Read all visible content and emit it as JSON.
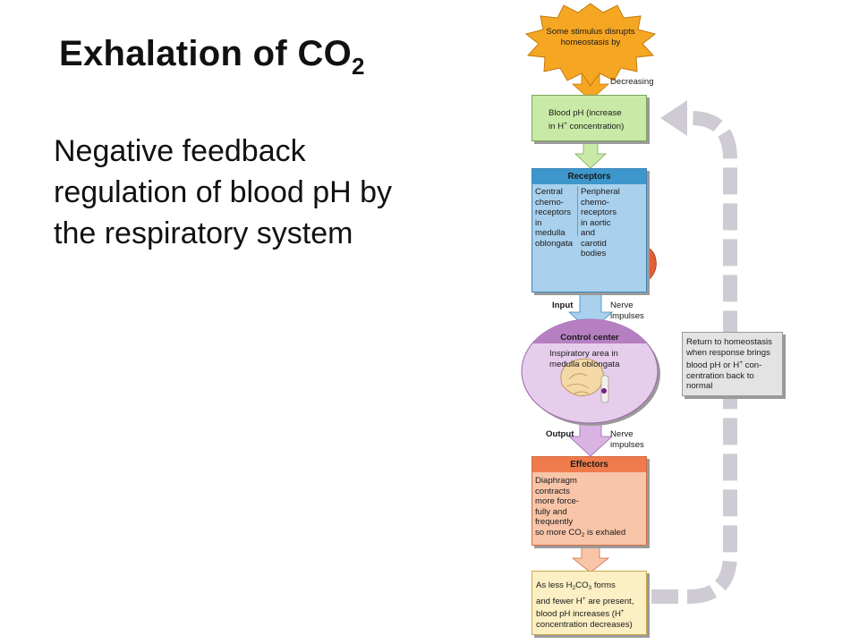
{
  "title": {
    "main": "Exhalation of CO",
    "sub": "2"
  },
  "description": [
    "Negative feedback",
    "regulation of blood pH by",
    "the respiratory system"
  ],
  "diagram": {
    "stimulus": {
      "line1": "Some stimulus disrupts",
      "line2": "homeostasis by"
    },
    "decreasing_label": "Decreasing",
    "controlled_condition": {
      "line1": "Blood pH (increase",
      "line2_pre": "in H",
      "line2_sup": "+",
      "line2_post": " concentration)"
    },
    "receptors": {
      "header": "Receptors",
      "central": [
        "Central",
        "chemo-",
        "receptors",
        "in",
        "medulla",
        "oblongata"
      ],
      "peripheral": [
        "Peripheral",
        "chemo-",
        "receptors",
        "in aortic",
        "and",
        "carotid",
        "bodies"
      ]
    },
    "input": {
      "label": "Input",
      "nerve": [
        "Nerve",
        "impulses"
      ]
    },
    "control_center": {
      "header": "Control center",
      "lines": [
        "Inspiratory area in",
        "medulla oblongata"
      ]
    },
    "output": {
      "label": "Output",
      "nerve": [
        "Nerve",
        "impulses"
      ]
    },
    "effectors": {
      "header": "Effectors",
      "lines": [
        "Diaphragm",
        "contracts",
        "more force-",
        "fully and",
        "frequently"
      ],
      "last_pre": "so more CO",
      "last_sub": "2",
      "last_post": " is exhaled"
    },
    "response": {
      "l1_pre": "As less H",
      "l1_sub1": "2",
      "l1_mid": "CO",
      "l1_sub2": "3",
      "l1_post": " forms",
      "l2_pre": "and fewer H",
      "l2_sup": "+",
      "l2_post": " are present,",
      "l3_pre": "blood pH increases (H",
      "l3_sup": "+",
      "l4": "concentration decreases)"
    },
    "return": {
      "l1": "Return to homeostasis",
      "l2": "when response brings",
      "l3_pre": "blood pH or H",
      "l3_sup": "+",
      "l3_post": " con-",
      "l4": "centration back to",
      "l5": "normal"
    }
  },
  "colors": {
    "stimulus": "#f5a623",
    "green_box": "#c9eaa6",
    "receptor_box": "#a9d0ec",
    "receptor_header": "#3d96cc",
    "control_fill": "#e6cdec",
    "control_header": "#b67fc2",
    "effector_box": "#f8c5a9",
    "effector_header": "#ef7a4c",
    "response_box": "#fbefc3",
    "return_box": "#e3e3e3",
    "loop_arrow": "#cfcbd4"
  }
}
